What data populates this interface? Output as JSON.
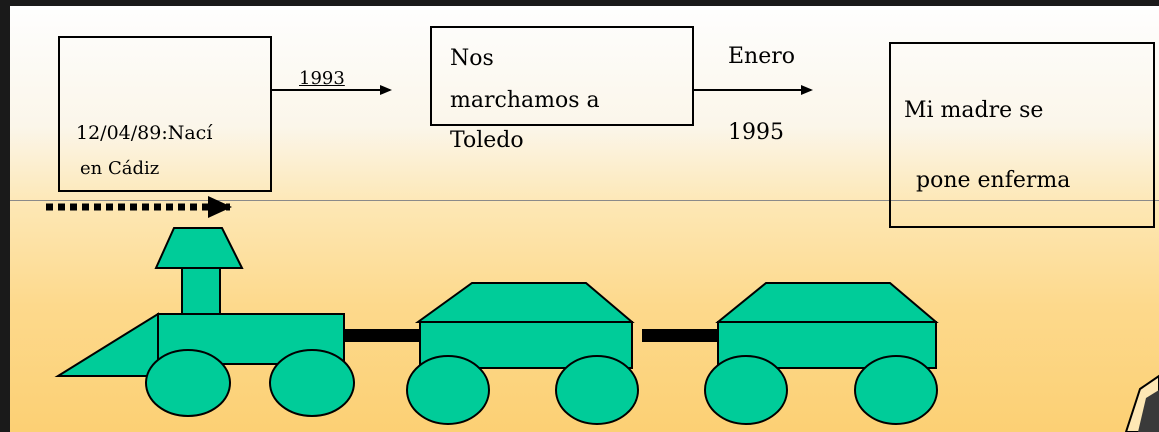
{
  "events": {
    "birth": {
      "line1": "12/04/89:Nací",
      "line2": "en Cádiz"
    },
    "move": {
      "line1": "Nos",
      "line2": "marchamos a",
      "line3": "Toledo"
    },
    "illness": {
      "line1": "Mi madre  se",
      "line2": "pone  enferma"
    }
  },
  "arrows": {
    "first_label": "1993",
    "second_label_top": "Enero",
    "second_label_bottom": "1995"
  },
  "colors": {
    "train_fill": "#00cc99",
    "outline": "#000000"
  }
}
